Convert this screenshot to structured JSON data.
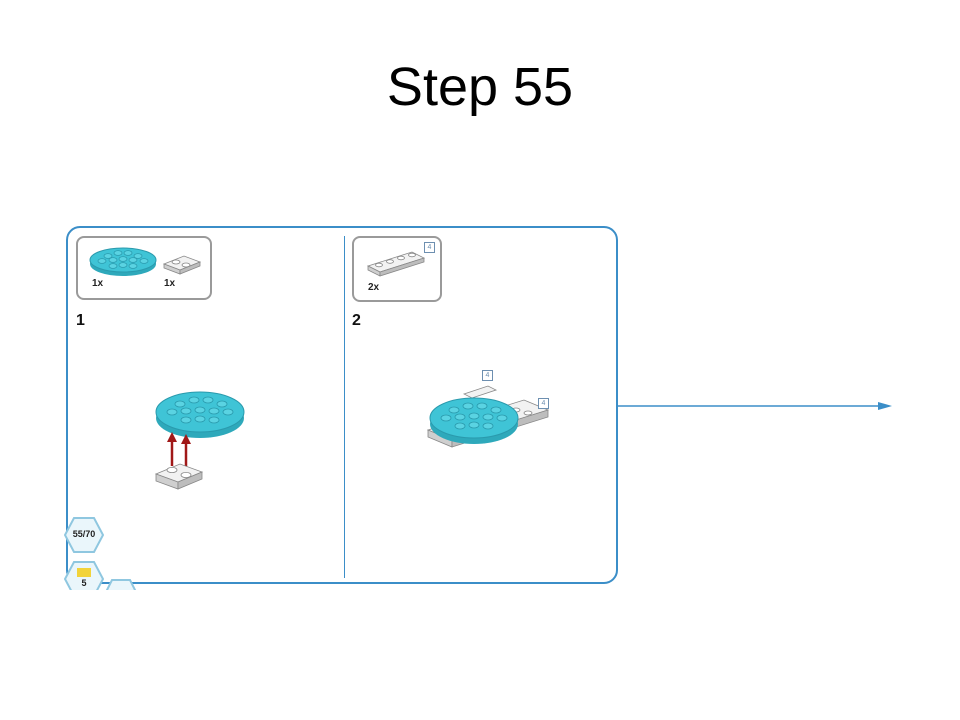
{
  "slide": {
    "title": "Step 55"
  },
  "instructions": {
    "panel1": {
      "parts": [
        {
          "qty": "1x",
          "part": "round-plate-icon"
        },
        {
          "qty": "1x",
          "part": "plate-1x2-icon"
        }
      ],
      "step_number": "1"
    },
    "panel2": {
      "parts": [
        {
          "qty": "2x",
          "part": "plate-1x4-icon",
          "tag": "4"
        }
      ],
      "step_number": "2",
      "callouts": [
        "4",
        "4"
      ]
    },
    "page_badge": "55/70",
    "bag_badge": "5",
    "colors": {
      "accent": "#3b8ec8",
      "brick_blue": "#3fc4d6",
      "brick_light": "#e9e9e9",
      "arrow_red": "#a01818"
    }
  }
}
